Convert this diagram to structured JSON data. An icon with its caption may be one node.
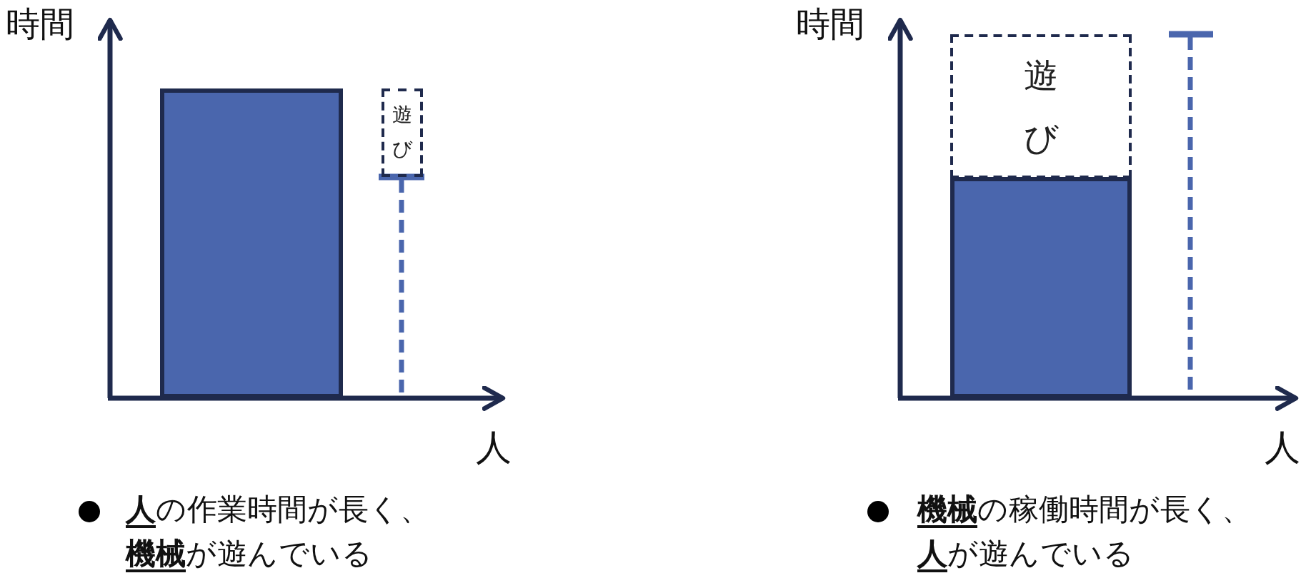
{
  "diagram": {
    "nodes": [
      {
        "text": [],
        "shape": "bar"
      },
      {
        "text": [
          "遊び"
        ]
      },
      {
        "text": [
          "遊び"
        ]
      },
      {
        "text": [],
        "shape": "bar"
      }
    ],
    "labels": [
      "時間",
      "人",
      "**人**の作業時間が長く、**機械**が遊んでいる",
      "時間",
      "人",
      "**機械**の稼働時間が長く、**人**が遊んでいる"
    ]
  }
}
